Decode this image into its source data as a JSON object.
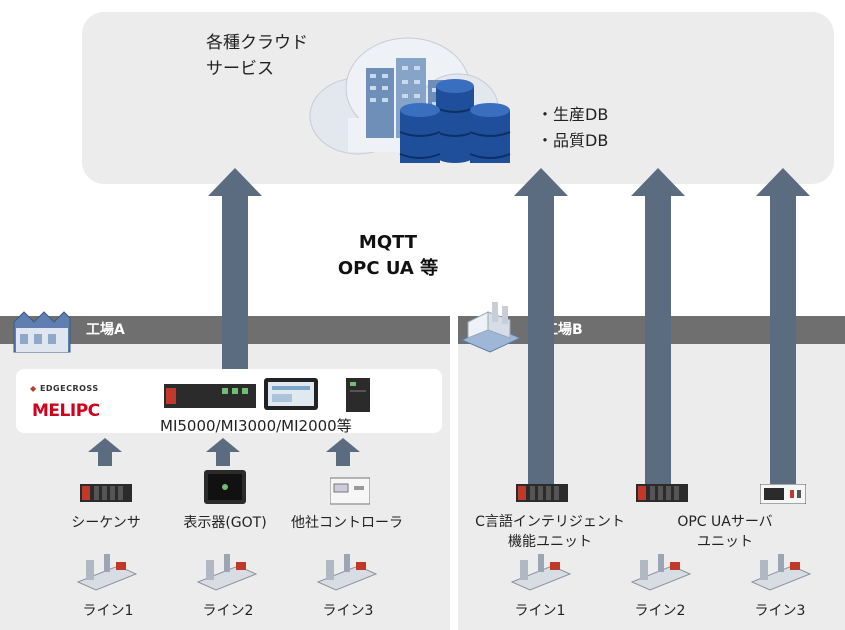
{
  "cloud": {
    "title_line1": "各種クラウド",
    "title_line2": "サービス",
    "db_item1": "・生産DB",
    "db_item2": "・品質DB"
  },
  "protocol": {
    "line1": "MQTT",
    "line2": "OPC UA 等"
  },
  "factory_a": {
    "title": "工場A",
    "edgecross_logo": "EDGECROSS",
    "melipc_logo": "MELIPC",
    "melipc_models": "MI5000/MI3000/MI2000等",
    "devices": [
      "シーケンサ",
      "表示器(GOT)",
      "他社コントローラ"
    ],
    "lines": [
      "ライン1",
      "ライン2",
      "ライン3"
    ]
  },
  "factory_b": {
    "title": "工場B",
    "devices": [
      "C言語インテリジェント\n機能ユニット",
      "OPC UAサーバ\nユニット"
    ],
    "lines": [
      "ライン1",
      "ライン2",
      "ライン3"
    ]
  },
  "colors": {
    "arrow": "#5b6b80",
    "band": "#6f6f6f",
    "panel": "#ececec",
    "melipc_red": "#d0021b"
  }
}
